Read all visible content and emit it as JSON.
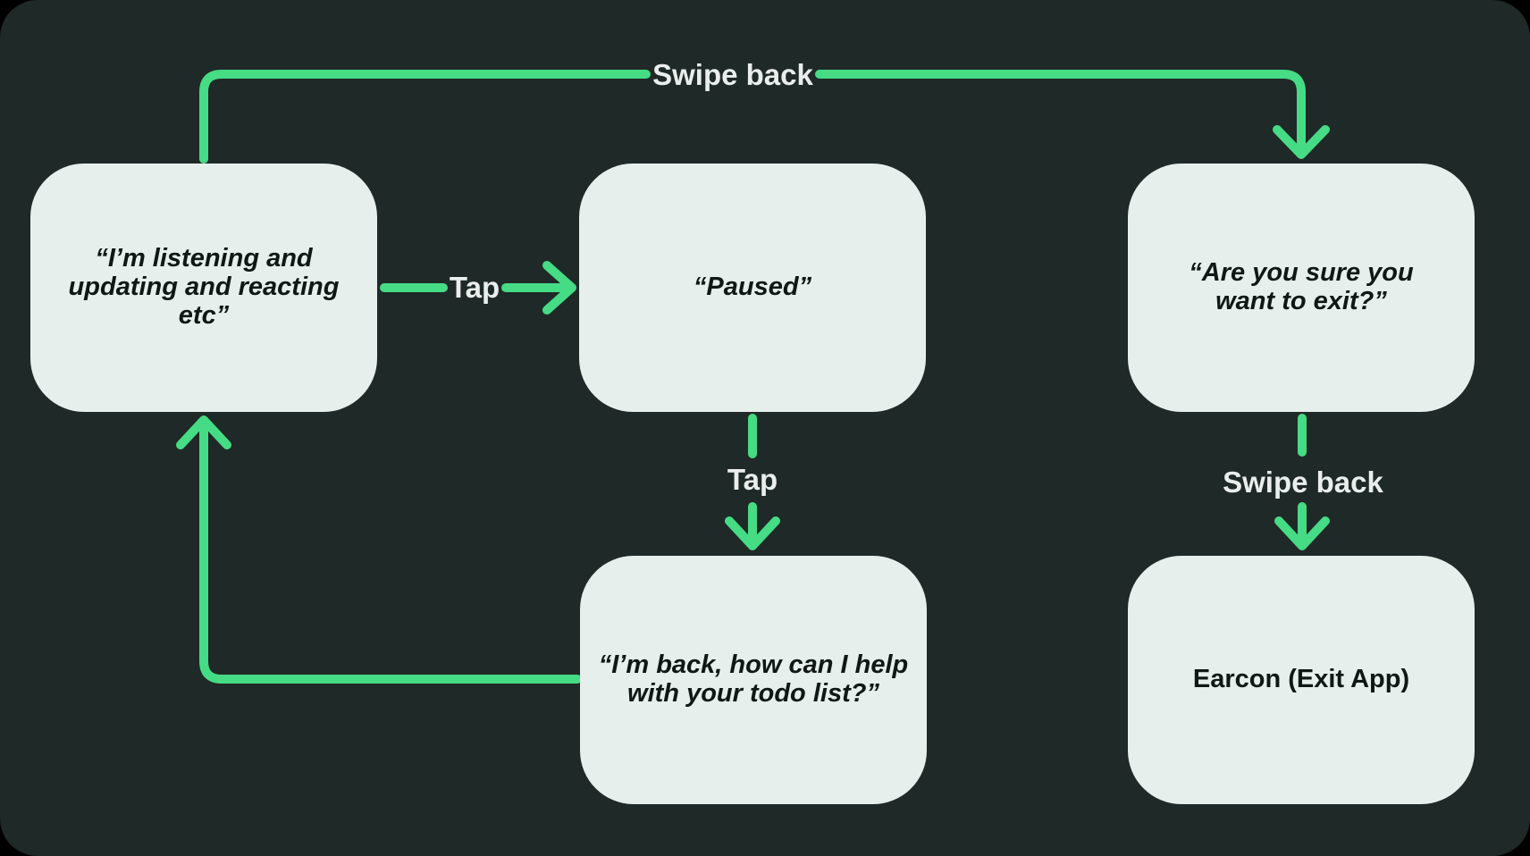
{
  "diagram": {
    "type": "flowchart",
    "colors": {
      "background": "#1F2927",
      "node_fill": "#E7EFEC",
      "arrow_green": "#46DB85",
      "node_text": "#101715",
      "edge_label_text": "#E9EDEB"
    },
    "nodes": {
      "listening": {
        "text": "“I’m listening and updating and reacting etc”"
      },
      "paused": {
        "text": "“Paused”"
      },
      "exit_confirm": {
        "text": "“Are you sure you want to exit?”"
      },
      "back": {
        "text": "“I’m back, how can I help with your todo list?”"
      },
      "earcon": {
        "text": "Earcon (Exit App)"
      }
    },
    "edges": [
      {
        "id": "swipe-back-top",
        "from": "listening",
        "to": "exit_confirm",
        "label": "Swipe back"
      },
      {
        "id": "tap-pause",
        "from": "listening",
        "to": "paused",
        "label": "Tap"
      },
      {
        "id": "tap-resume",
        "from": "paused",
        "to": "back",
        "label": "Tap"
      },
      {
        "id": "swipe-back-exit",
        "from": "exit_confirm",
        "to": "earcon",
        "label": "Swipe back"
      },
      {
        "id": "resume-loop",
        "from": "back",
        "to": "listening",
        "label": ""
      }
    ]
  }
}
